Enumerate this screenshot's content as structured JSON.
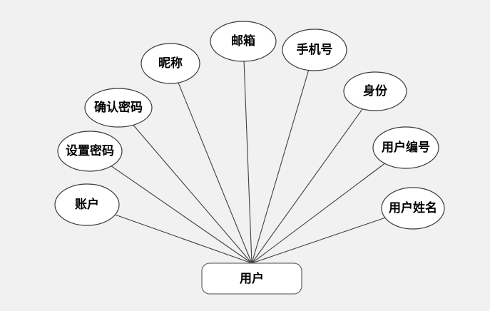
{
  "diagram": {
    "type": "er-attribute-diagram",
    "entity": {
      "label": "用户"
    },
    "attributes": [
      {
        "label": "邮箱"
      },
      {
        "label": "手机号"
      },
      {
        "label": "昵称"
      },
      {
        "label": "身份"
      },
      {
        "label": "确认密码"
      },
      {
        "label": "用户编号"
      },
      {
        "label": "设置密码"
      },
      {
        "label": "账户"
      },
      {
        "label": "用户姓名"
      }
    ]
  },
  "colors": {
    "background": "#f1f1f1",
    "node_fill": "#ffffff",
    "node_stroke": "#3a3a3a",
    "entity_stroke": "#6e6e6e",
    "connector": "#3f3f3f",
    "text": "#000000"
  }
}
